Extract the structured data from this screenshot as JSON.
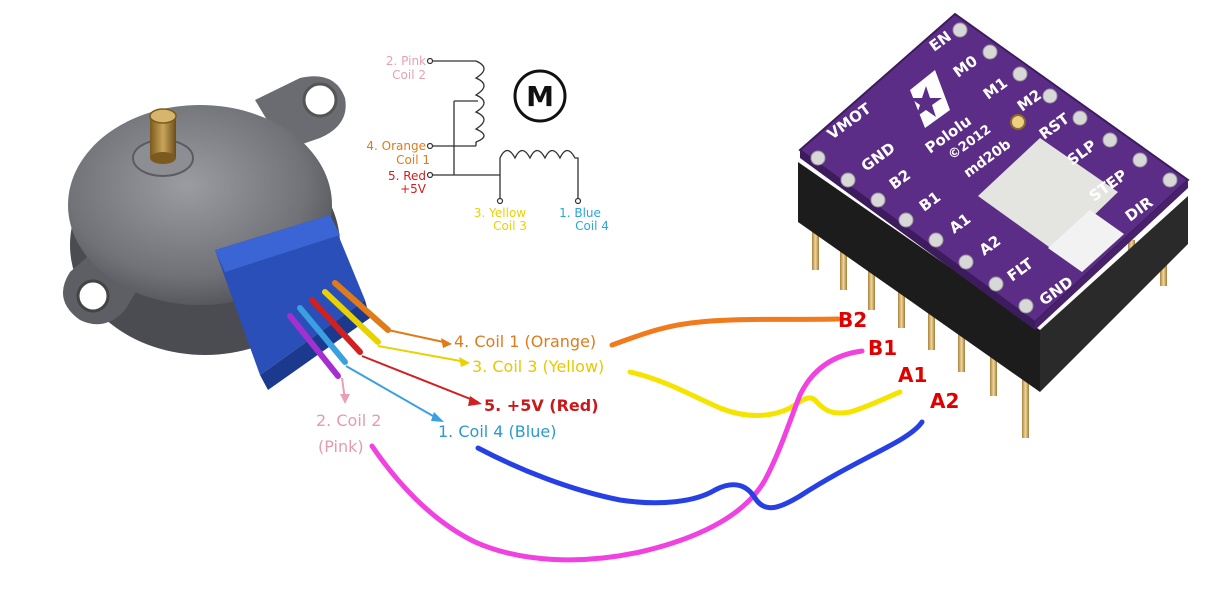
{
  "schematic": {
    "symbol": "M",
    "coil2": {
      "num": "2. Pink",
      "name": "Coil 2",
      "color": "#e8a0b4"
    },
    "coil1": {
      "num": "4. Orange",
      "name": "Coil 1",
      "color": "#e07b1a"
    },
    "red": {
      "num": "5. Red",
      "name": "+5V",
      "color": "#d21f1f"
    },
    "coil3": {
      "num": "3. Yellow",
      "name": "Coil 3",
      "color": "#e8d200"
    },
    "coil4": {
      "num": "1. Blue",
      "name": "Coil 4",
      "color": "#2aa6d6"
    }
  },
  "wire_labels": {
    "orange": "4. Coil 1 (Orange)",
    "yellow": "3. Coil 3 (Yellow)",
    "red": "5. +5V (Red)",
    "blue": "1. Coil 4 (Blue)",
    "pink_line1": "2. Coil 2",
    "pink_line2": "(Pink)"
  },
  "terminals": {
    "b2": "B2",
    "b1": "B1",
    "a1": "A1",
    "a2": "A2",
    "color": "#e00000"
  },
  "driver": {
    "board_color": "#5b2d86",
    "logo": "Pololu",
    "copyright": "©2012",
    "model": "md20b",
    "left_pins": [
      "VMOT",
      "GND",
      "B2",
      "B1",
      "A1",
      "A2",
      "FLT",
      "GND"
    ],
    "right_pins": [
      "EN",
      "M0",
      "M1",
      "M2",
      "RST",
      "SLP",
      "STEP",
      "DIR"
    ]
  },
  "colors": {
    "orange": "#f07a1c",
    "yellow": "#f5e400",
    "pink": "#f042e0",
    "blue": "#2640e6",
    "red": "#cc1b1b",
    "motor_body": "#7d7f84",
    "motor_housing": "#2a4fb8"
  }
}
